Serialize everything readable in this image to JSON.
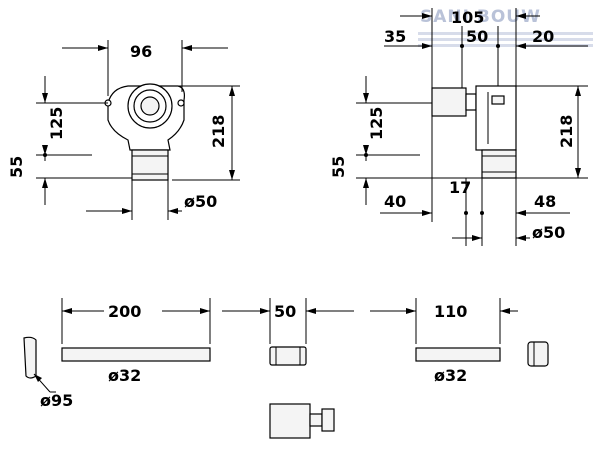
{
  "watermark": "SANI BOUW",
  "front_view": {
    "width_label": "96",
    "height_upper_label": "125",
    "height_lower_label": "55",
    "total_height_label": "218",
    "outlet_label": "ø50"
  },
  "side_view": {
    "total_width_label": "105",
    "seg_left_label": "35",
    "seg_mid_label": "50",
    "seg_right_label": "20",
    "height_upper_label": "125",
    "height_lower_label": "55",
    "total_height_label": "218",
    "bottom_left_label": "40",
    "bottom_mid_label": "17",
    "bottom_right_label": "48",
    "outlet_label": "ø50"
  },
  "parts": {
    "pipe_long_length_label": "200",
    "pipe_long_diameter_label": "ø32",
    "sleeve_length_label": "50",
    "pipe_short_length_label": "110",
    "pipe_short_diameter_label": "ø32",
    "rosette_diameter_label": "ø95"
  }
}
